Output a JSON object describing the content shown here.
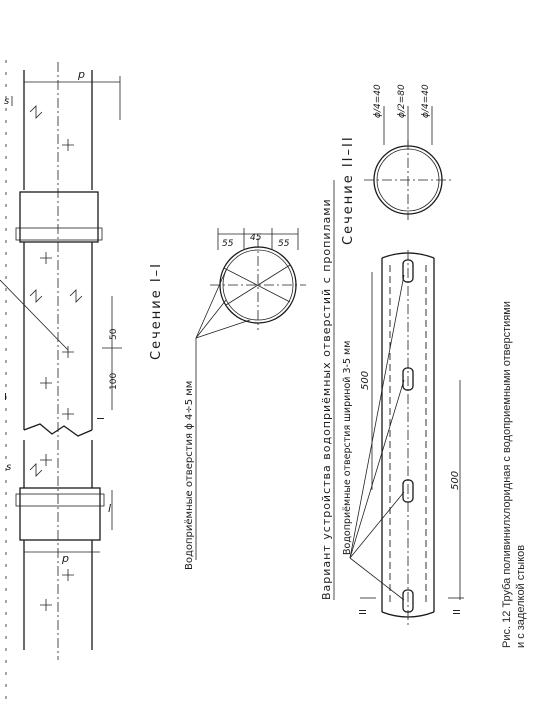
{
  "labels": {
    "section_1": "Сечение I–I",
    "section_2": "Сечение II–II",
    "variant_title": "Вариант устройства водоприёмных отверстий с пропилами",
    "slot_note": "Водоприёмные отверстия шириной 3-5 мм",
    "hole_note": "Водоприёмные отверстия ϕ 4÷5 мм",
    "caption_line1": "Рис. 12 Труба поливинилхлоридная с водоприемными отверстиями",
    "caption_line2": "и с заделкой стыков"
  },
  "dims": {
    "p_top": "p",
    "p_bottom": "p",
    "s_top": "s",
    "s_mid": "s",
    "l_socket": "l",
    "d50": "50",
    "d100": "100",
    "d500_inner": "500",
    "d500_outer": "500",
    "sec1_left": "55",
    "sec1_mid": "45",
    "sec1_right": "55",
    "roman1_a": "I",
    "roman1_b": "I",
    "roman2_a": "II",
    "roman2_b": "II",
    "phi1": "ϕ/4=40",
    "phi2": "ϕ/2=80",
    "phi3": "ϕ/4=40"
  },
  "colors": {
    "ink": "#1a1a1a",
    "paper": "#ffffff"
  }
}
